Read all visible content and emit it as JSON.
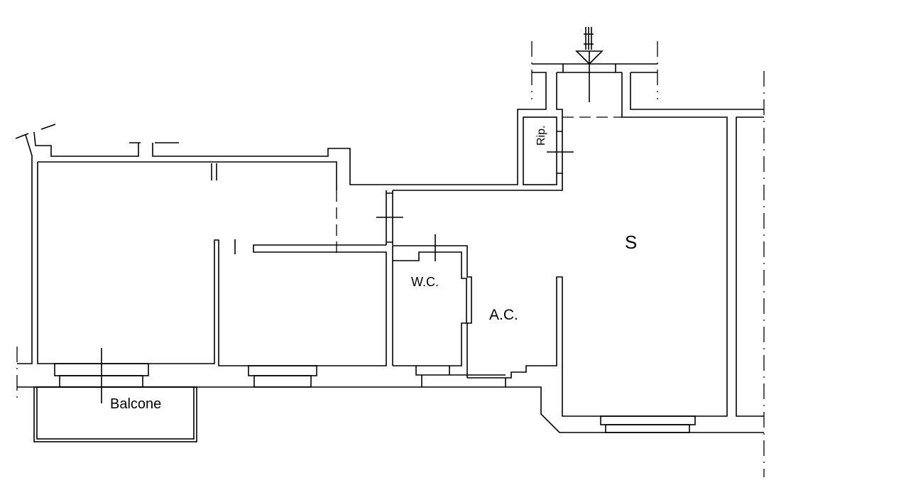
{
  "plan": {
    "rooms": {
      "living": "S",
      "wc": "W.C.",
      "antechamber": "A.C.",
      "storage": "Rip.",
      "balcony": "Balcone"
    },
    "entrance_arrow_icon": "arrow-down-icon",
    "line_color": "#000000",
    "background": "#ffffff"
  }
}
